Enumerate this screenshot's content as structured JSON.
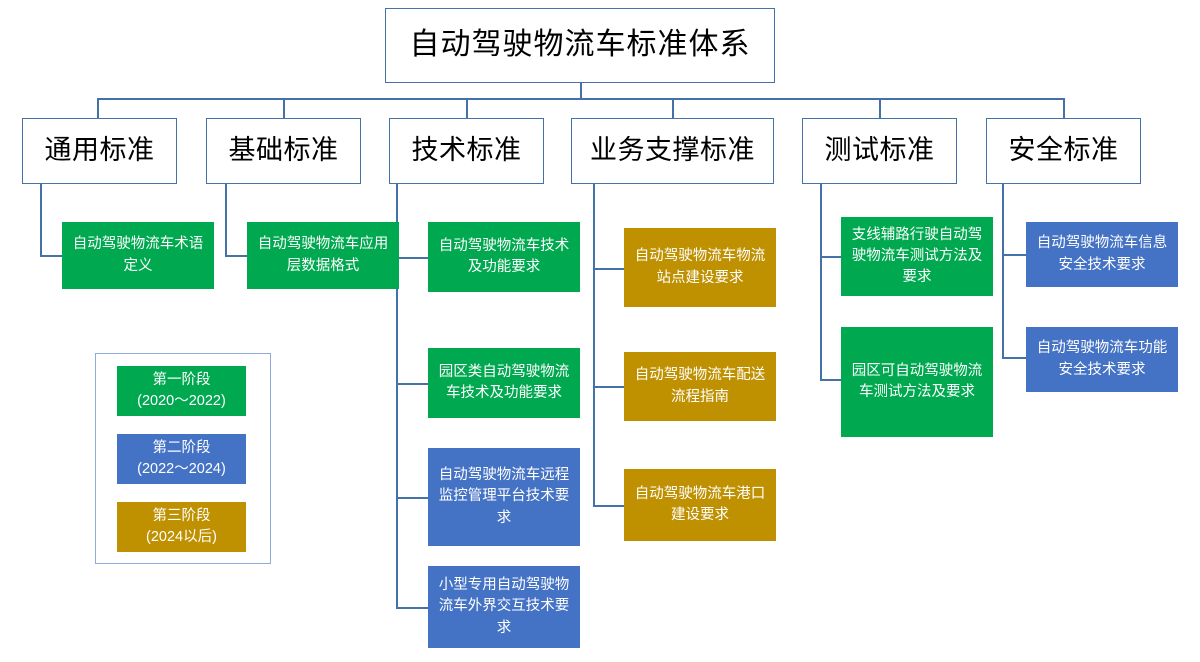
{
  "diagram": {
    "title": "自动驾驶物流车标准体系",
    "root": {
      "label": "自动驾驶物流车标准体系"
    },
    "categories": [
      {
        "label": "通用标准"
      },
      {
        "label": "基础标准"
      },
      {
        "label": "技术标准"
      },
      {
        "label": "业务支撑标准"
      },
      {
        "label": "测试标准"
      },
      {
        "label": "安全标准"
      }
    ],
    "leaves": {
      "general": [
        {
          "label": "自动驾驶物流车术语定义",
          "phase": "第一阶段",
          "color": "#00a94f"
        }
      ],
      "basic": [
        {
          "label": "自动驾驶物流车应用层数据格式",
          "phase": "第一阶段",
          "color": "#00a94f"
        }
      ],
      "technical": [
        {
          "label": "自动驾驶物流车技术及功能要求",
          "phase": "第一阶段",
          "color": "#00a94f"
        },
        {
          "label": "园区类自动驾驶物流车技术及功能要求",
          "phase": "第一阶段",
          "color": "#00a94f"
        },
        {
          "label": "自动驾驶物流车远程监控管理平台技术要求",
          "phase": "第二阶段",
          "color": "#4472c4"
        },
        {
          "label": "小型专用自动驾驶物流车外界交互技术要求",
          "phase": "第二阶段",
          "color": "#4472c4"
        }
      ],
      "business": [
        {
          "label": "自动驾驶物流车物流站点建设要求",
          "phase": "第三阶段",
          "color": "#bf9000"
        },
        {
          "label": "自动驾驶物流车配送流程指南",
          "phase": "第三阶段",
          "color": "#bf9000"
        },
        {
          "label": "自动驾驶物流车港口建设要求",
          "phase": "第三阶段",
          "color": "#bf9000"
        }
      ],
      "test": [
        {
          "label": "支线辅路行驶自动驾驶物流车测试方法及要求",
          "phase": "第一阶段",
          "color": "#00a94f"
        },
        {
          "label": "园区可自动驾驶物流车测试方法及要求",
          "phase": "第一阶段",
          "color": "#00a94f"
        }
      ],
      "safety": [
        {
          "label": "自动驾驶物流车信息安全技术要求",
          "phase": "第二阶段",
          "color": "#4472c4"
        },
        {
          "label": "自动驾驶物流车功能安全技术要求",
          "phase": "第二阶段",
          "color": "#4472c4"
        }
      ]
    },
    "legend": {
      "items": [
        {
          "title": "第一阶段",
          "period": "(2020～2022)",
          "color": "#00a94f"
        },
        {
          "title": "第二阶段",
          "period": "(2022～2024)",
          "color": "#4472c4"
        },
        {
          "title": "第三阶段",
          "period": "(2024以后)",
          "color": "#bf9000"
        }
      ]
    },
    "colors": {
      "line": "#4472a8",
      "outline_border": "#4472a8",
      "phase1_green": "#00a94f",
      "phase2_blue": "#4472c4",
      "phase3_gold": "#bf9000",
      "legend_border": "#8faadc",
      "background": "#ffffff"
    }
  }
}
